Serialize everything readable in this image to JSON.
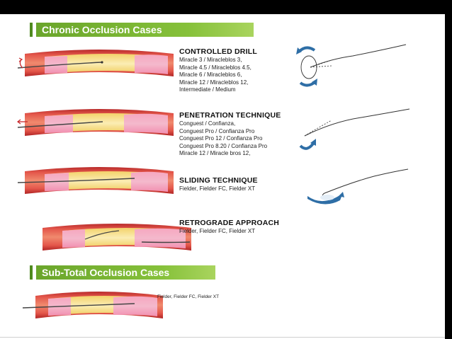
{
  "sections": {
    "chronic": {
      "title": "Chronic Occlusion Cases"
    },
    "subtotal": {
      "title": "Sub-Total Occlusion Cases"
    }
  },
  "techniques": [
    {
      "title": "CONTROLLED DRILL",
      "wires": [
        "Miracle 3 /  Miracleblos 3,",
        "Miracle 4.5 /  Miracleblos 4.5,",
        "Miracle 6 /  Miracleblos 6,",
        "Miracle 12 /  Miracleblos 12,",
        "Intermediate /  Medium"
      ]
    },
    {
      "title": "PENETRATION TECHNIQUE",
      "wires": [
        "Conguest / Confianza,",
        "Conguest Pro / Confianza Pro",
        "Conguest Pro 12 / Confianza Pro",
        "Conguest Pro 8.20 / Confianza Pro",
        "Miracle 12 / Miracle bros 12,"
      ]
    },
    {
      "title": "SLIDING TECHNIQUE",
      "wires": [
        "Fielder, Fielder FC, Fielder XT"
      ]
    },
    {
      "title": "RETROGRADE APPROACH",
      "wires": [
        "Fielder, Fielder FC, Fielder XT"
      ]
    }
  ],
  "subtotal_wires": "Fielder, Fielder FC, Fielder XT",
  "colors": {
    "header_green": "#7ab433",
    "vessel_red": "#d8403a",
    "vessel_pink": "#f07aa0",
    "plaque_yellow": "#f6df86",
    "arrow_blue": "#2e6ea6",
    "arrow_red": "#c8272b"
  }
}
